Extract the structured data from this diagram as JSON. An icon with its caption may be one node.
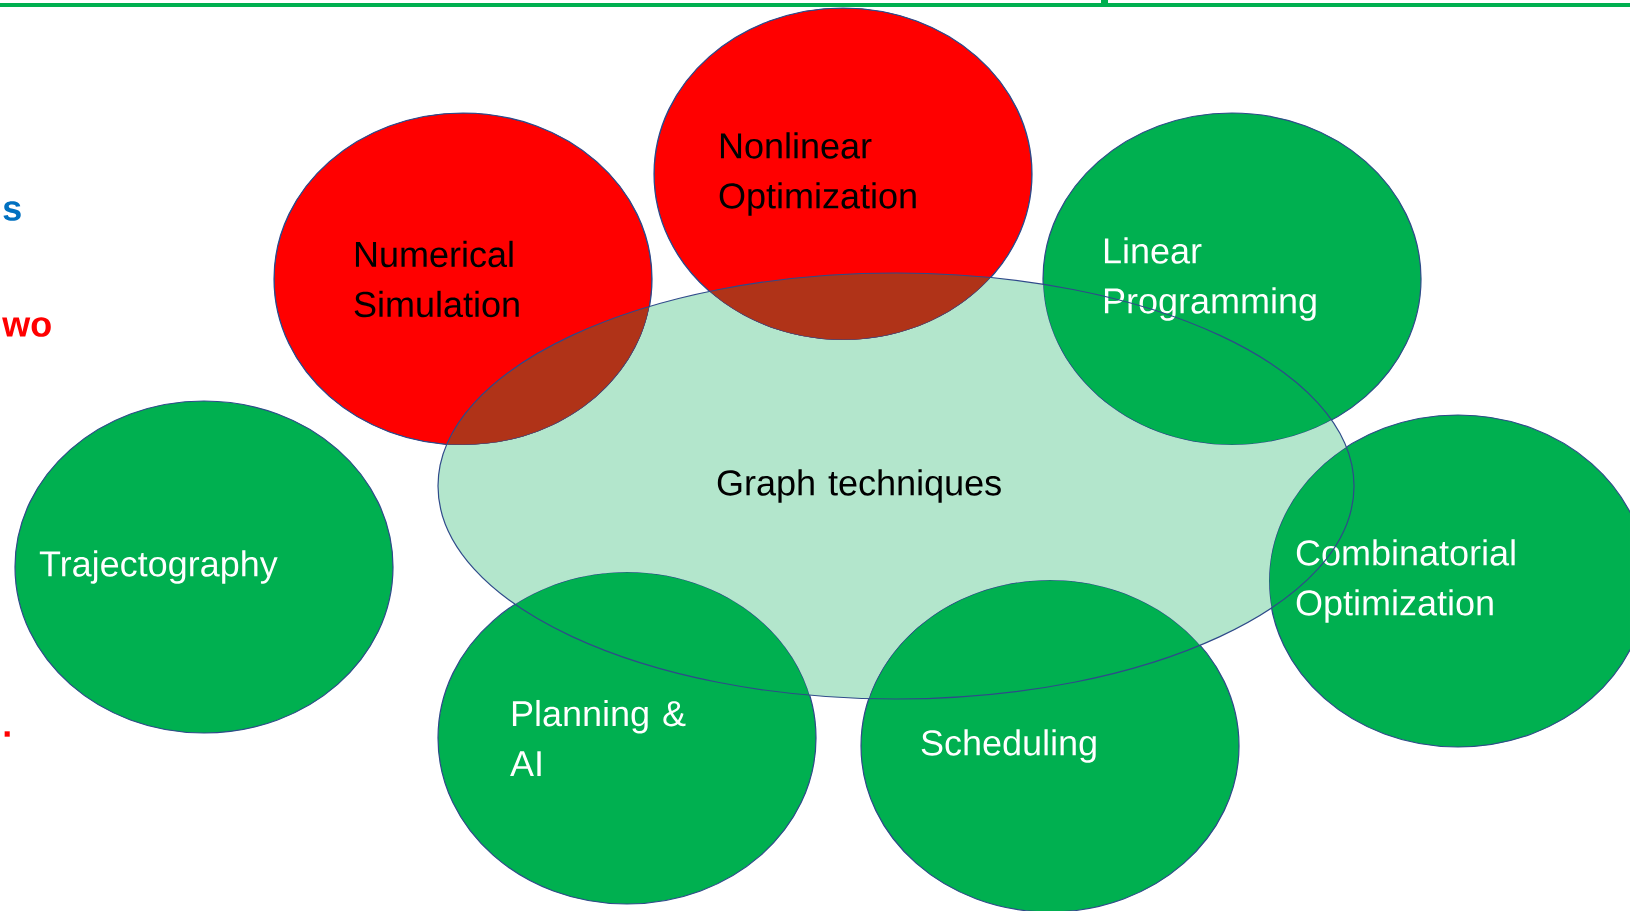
{
  "diagram": {
    "nodes": [
      {
        "text": [
          "Numerical Simulation"
        ]
      },
      {
        "text": [
          "Nonlinear Optimization"
        ]
      },
      {
        "text": [
          "Linear Programming"
        ]
      },
      {
        "text": [
          "Graph techniques"
        ]
      },
      {
        "text": [
          "Trajectography"
        ]
      },
      {
        "text": [
          "Combinatorial Optimization"
        ]
      },
      {
        "text": [
          "Planning & AI"
        ]
      },
      {
        "text": [
          "Scheduling"
        ]
      }
    ],
    "labels": [
      "s",
      "wo",
      "."
    ]
  }
}
